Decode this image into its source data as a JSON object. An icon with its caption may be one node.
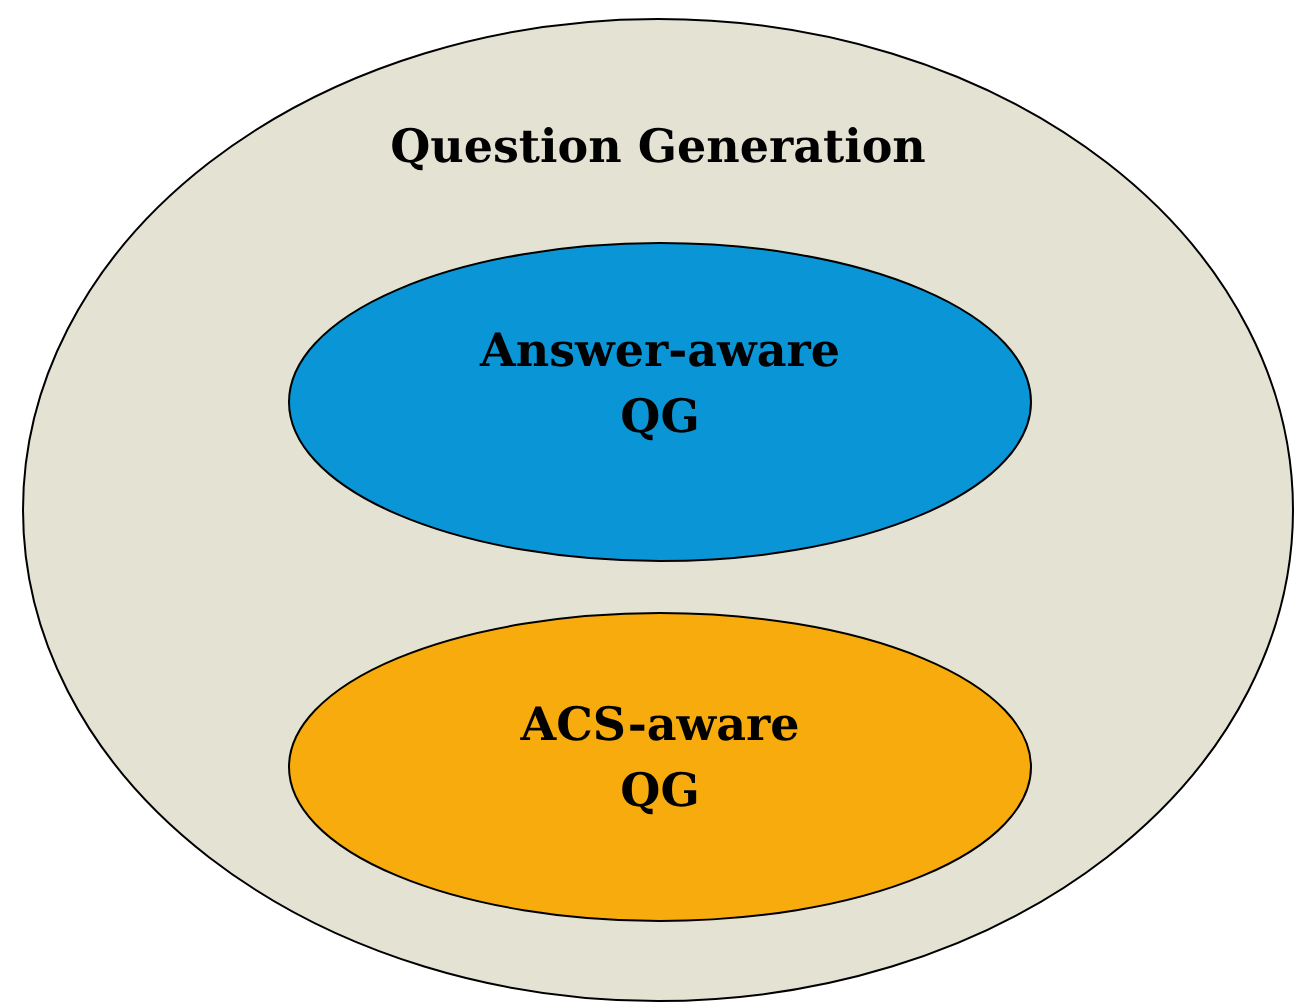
{
  "diagram": {
    "nodes": [
      {
        "text": [
          "Question Generation"
        ]
      },
      {
        "text": [
          "Answer-aware QG"
        ],
        "in": 0
      },
      {
        "text": [
          "ACS-aware QG"
        ],
        "in": 0
      }
    ]
  }
}
